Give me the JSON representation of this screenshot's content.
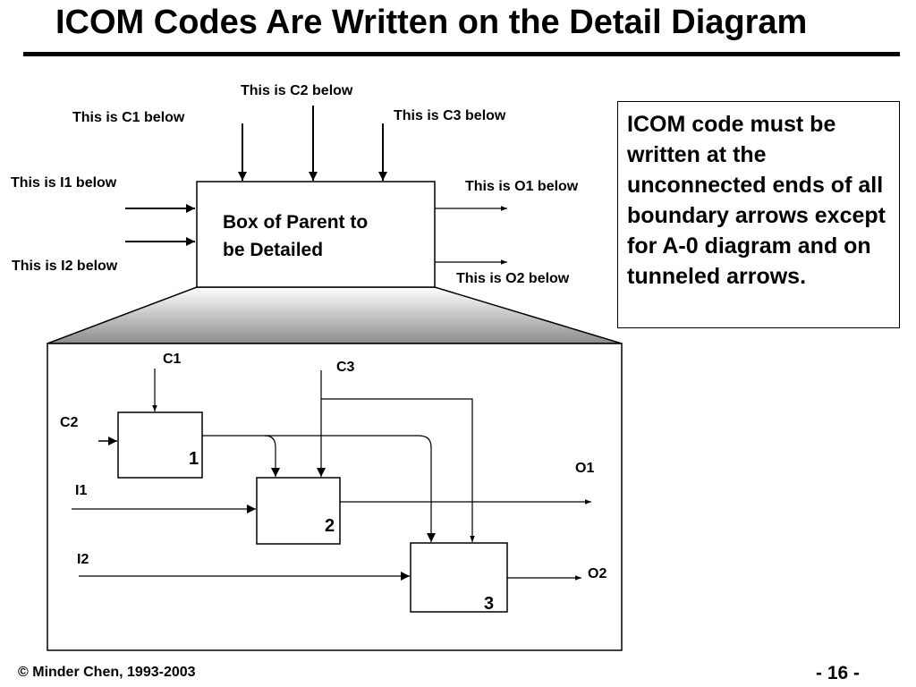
{
  "title": "ICOM Codes Are Written on the Detail Diagram",
  "parent": {
    "box_label_line1": "Box of Parent to",
    "box_label_line2": "be Detailed",
    "c1_label": "This is C1 below",
    "c2_label": "This is C2 below",
    "c3_label": "This is C3 below",
    "i1_label": "This is I1 below",
    "i2_label": "This is I2 below",
    "o1_label": "This is O1 below",
    "o2_label": "This is O2 below"
  },
  "note": "ICOM code must be written at the unconnected ends of all boundary arrows except for A-0 diagram and on tunneled arrows.",
  "detail": {
    "c1": "C1",
    "c2": "C2",
    "c3": "C3",
    "i1": "I1",
    "i2": "I2",
    "o1": "O1",
    "o2": "O2",
    "box1_number": "1",
    "box2_number": "2",
    "box3_number": "3"
  },
  "footer": {
    "copyright": "© Minder Chen, 1993-2003",
    "page_number": "- 16 -"
  }
}
